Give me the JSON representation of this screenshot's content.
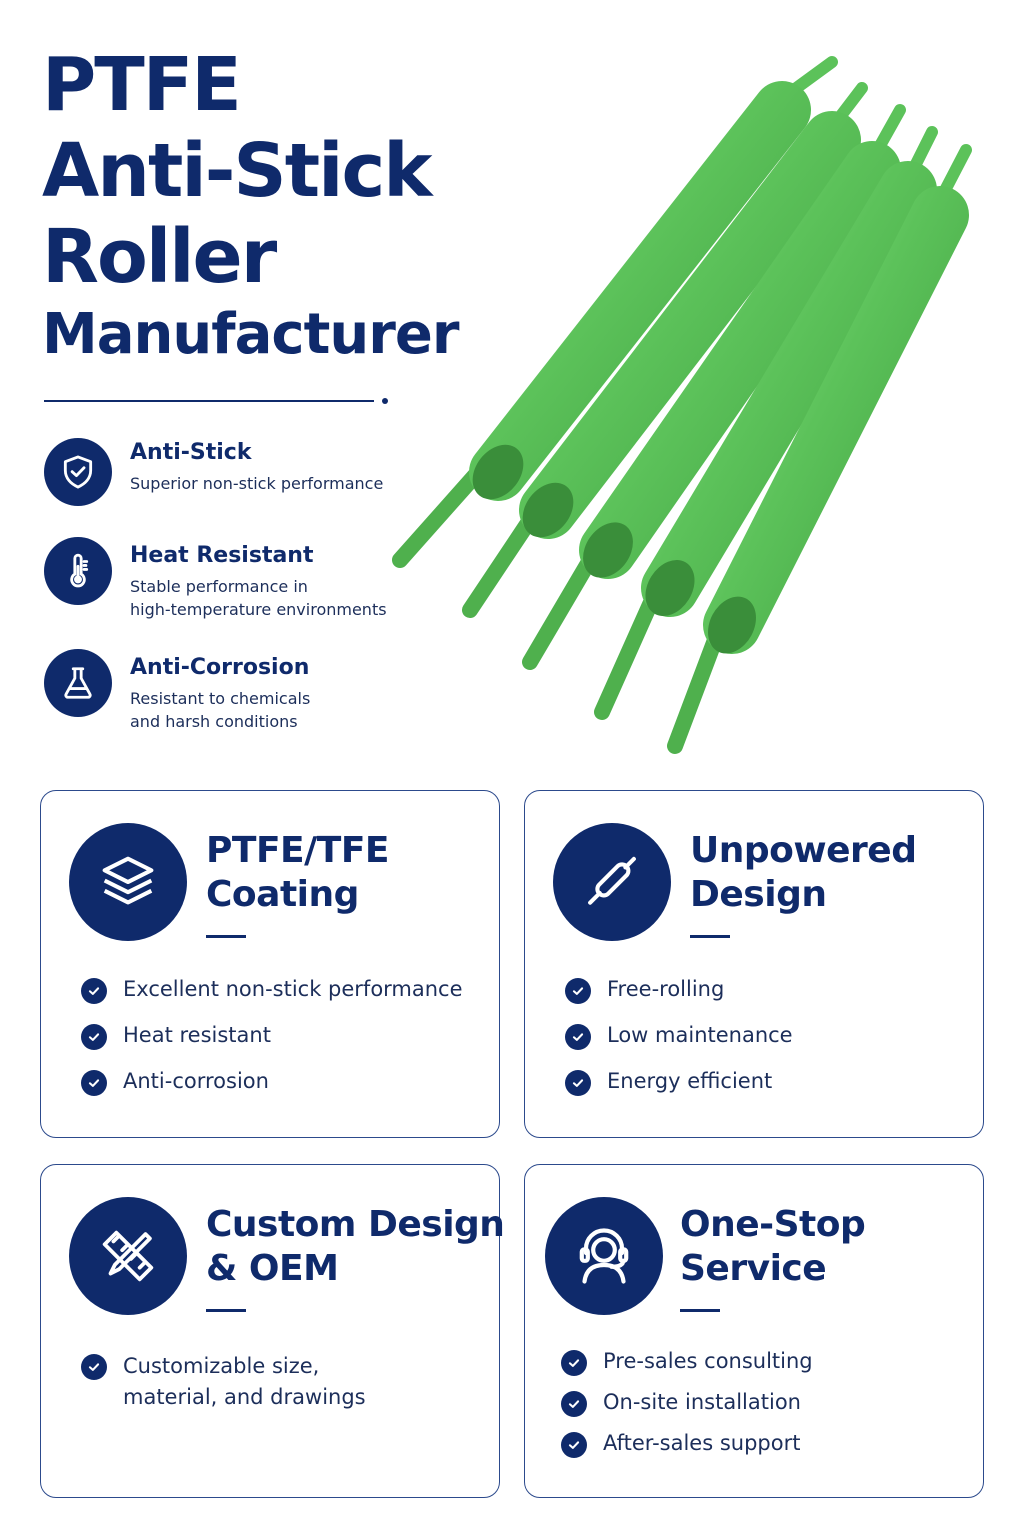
{
  "hero": {
    "line1": "PTFE",
    "line2": "Anti-Stick",
    "line3": "Roller",
    "line4": "Manufacturer"
  },
  "features": [
    {
      "title": "Anti-Stick",
      "desc": "Superior non-stick performance",
      "icon": "shield-check-icon"
    },
    {
      "title": "Heat Resistant",
      "desc_lines": [
        "Stable performance in",
        "high-temperature environments"
      ],
      "icon": "thermometer-icon"
    },
    {
      "title": "Anti-Corrosion",
      "desc_lines": [
        "Resistant to chemicals",
        "and harsh conditions"
      ],
      "icon": "flask-icon"
    }
  ],
  "cards": [
    {
      "title_lines": [
        "PTFE/TFE",
        "Coating"
      ],
      "icon": "layers-icon",
      "items": [
        "Excellent non-stick performance",
        "Heat resistant",
        "Anti-corrosion"
      ]
    },
    {
      "title_lines": [
        "Unpowered",
        "Design"
      ],
      "icon": "roller-icon",
      "items": [
        "Free-rolling",
        "Low maintenance",
        "Energy efficient"
      ]
    },
    {
      "title_lines": [
        "Custom Design",
        "& OEM"
      ],
      "icon": "pencil-ruler-icon",
      "items_lines": [
        "Customizable size,",
        "material, and drawings"
      ]
    },
    {
      "title_lines": [
        "One-Stop",
        "Service"
      ],
      "icon": "headset-icon",
      "items": [
        "Pre-sales consulting",
        "On-site installation",
        "After-sales support"
      ]
    }
  ],
  "colors": {
    "navy": "#0f2a6b",
    "green": "#5cc25a",
    "border": "#2c4a8c"
  }
}
